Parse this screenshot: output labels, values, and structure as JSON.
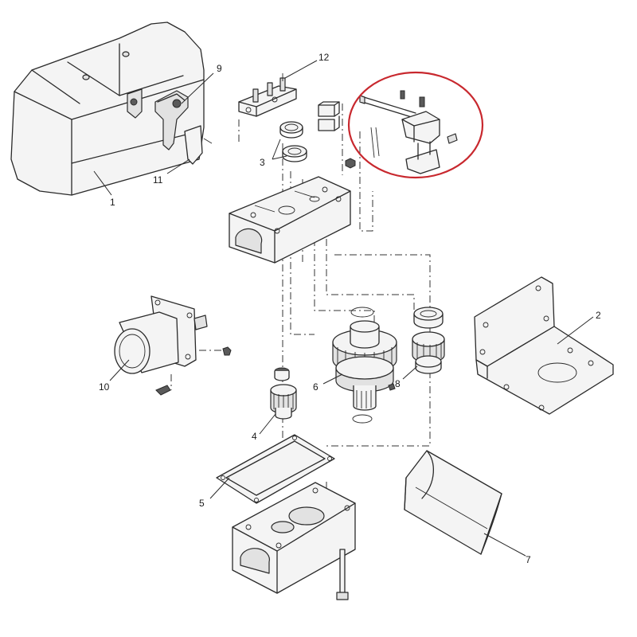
{
  "callouts": [
    {
      "id": "1",
      "label": "1"
    },
    {
      "id": "2",
      "label": "2"
    },
    {
      "id": "3",
      "label": "3"
    },
    {
      "id": "4",
      "label": "4"
    },
    {
      "id": "5",
      "label": "5"
    },
    {
      "id": "6",
      "label": "6"
    },
    {
      "id": "7",
      "label": "7"
    },
    {
      "id": "8",
      "label": "8"
    },
    {
      "id": "9",
      "label": "9"
    },
    {
      "id": "10",
      "label": "10"
    },
    {
      "id": "11",
      "label": "11"
    },
    {
      "id": "12",
      "label": "12"
    }
  ],
  "highlight": {
    "color": "#c8282e",
    "shape": "ellipse"
  }
}
